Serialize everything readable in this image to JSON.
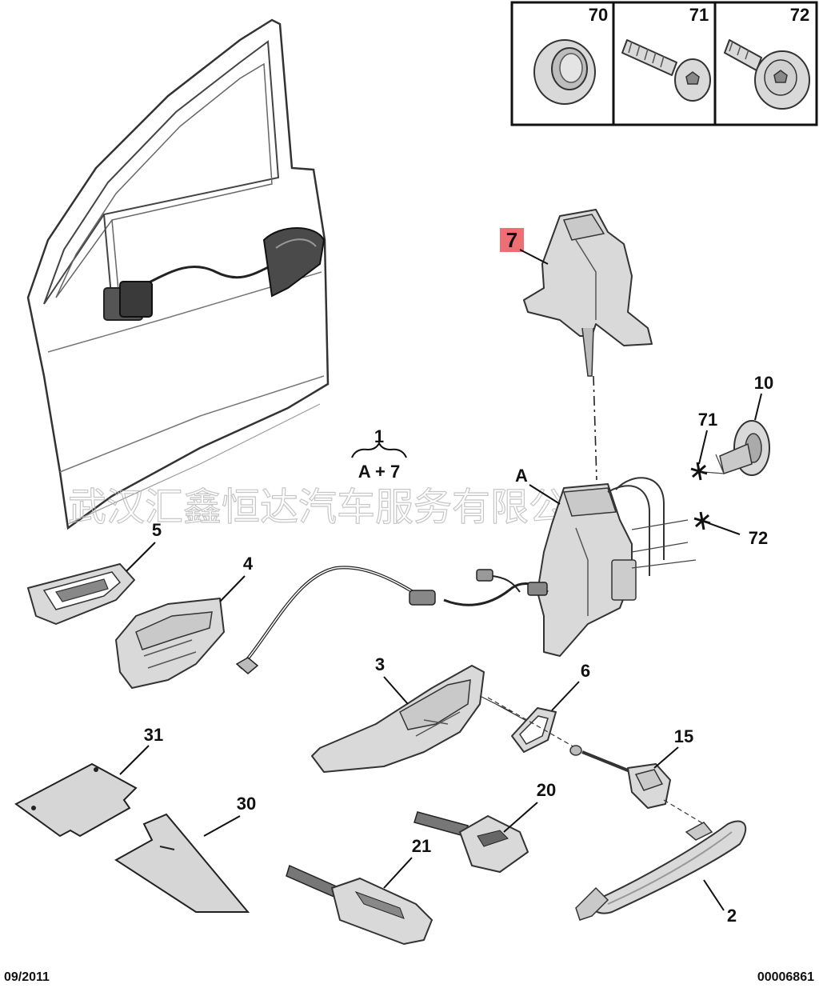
{
  "footer": {
    "date": "09/2011",
    "ref": "00006861"
  },
  "watermark": "武汉汇鑫恒达汽车服务有限公司",
  "inset": {
    "labels": [
      "70",
      "71",
      "72"
    ]
  },
  "assembly": {
    "number": "1",
    "formula": "A + 7"
  },
  "labels": {
    "l7": "7",
    "l10": "10",
    "l71": "71",
    "l72": "72",
    "lA": "A",
    "l5": "5",
    "l4": "4",
    "l3": "3",
    "l6": "6",
    "l15": "15",
    "l31": "31",
    "l30": "30",
    "l20": "20",
    "l21": "21",
    "l2": "2"
  },
  "colors": {
    "highlight": "#ee6f73",
    "line": "#222222",
    "part_fill": "#d9d9d9"
  }
}
